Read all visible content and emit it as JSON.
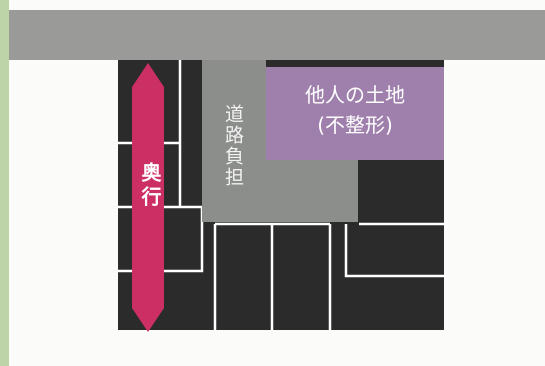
{
  "diagram": {
    "colors": {
      "background": "#fbfbf9",
      "left_strip": "#bdd3a8",
      "road": "#9a9a98",
      "lot": "#2b2b2b",
      "road_burden": "#8c8e8b",
      "other_land": "#9f80ac",
      "depth_arrow": "#cc2f63",
      "divider": "#ffffff"
    },
    "labels": {
      "road_burden": "道路負担",
      "other_land_line1": "他人の土地",
      "other_land_line2": "(不整形)",
      "depth": "奥行"
    }
  }
}
